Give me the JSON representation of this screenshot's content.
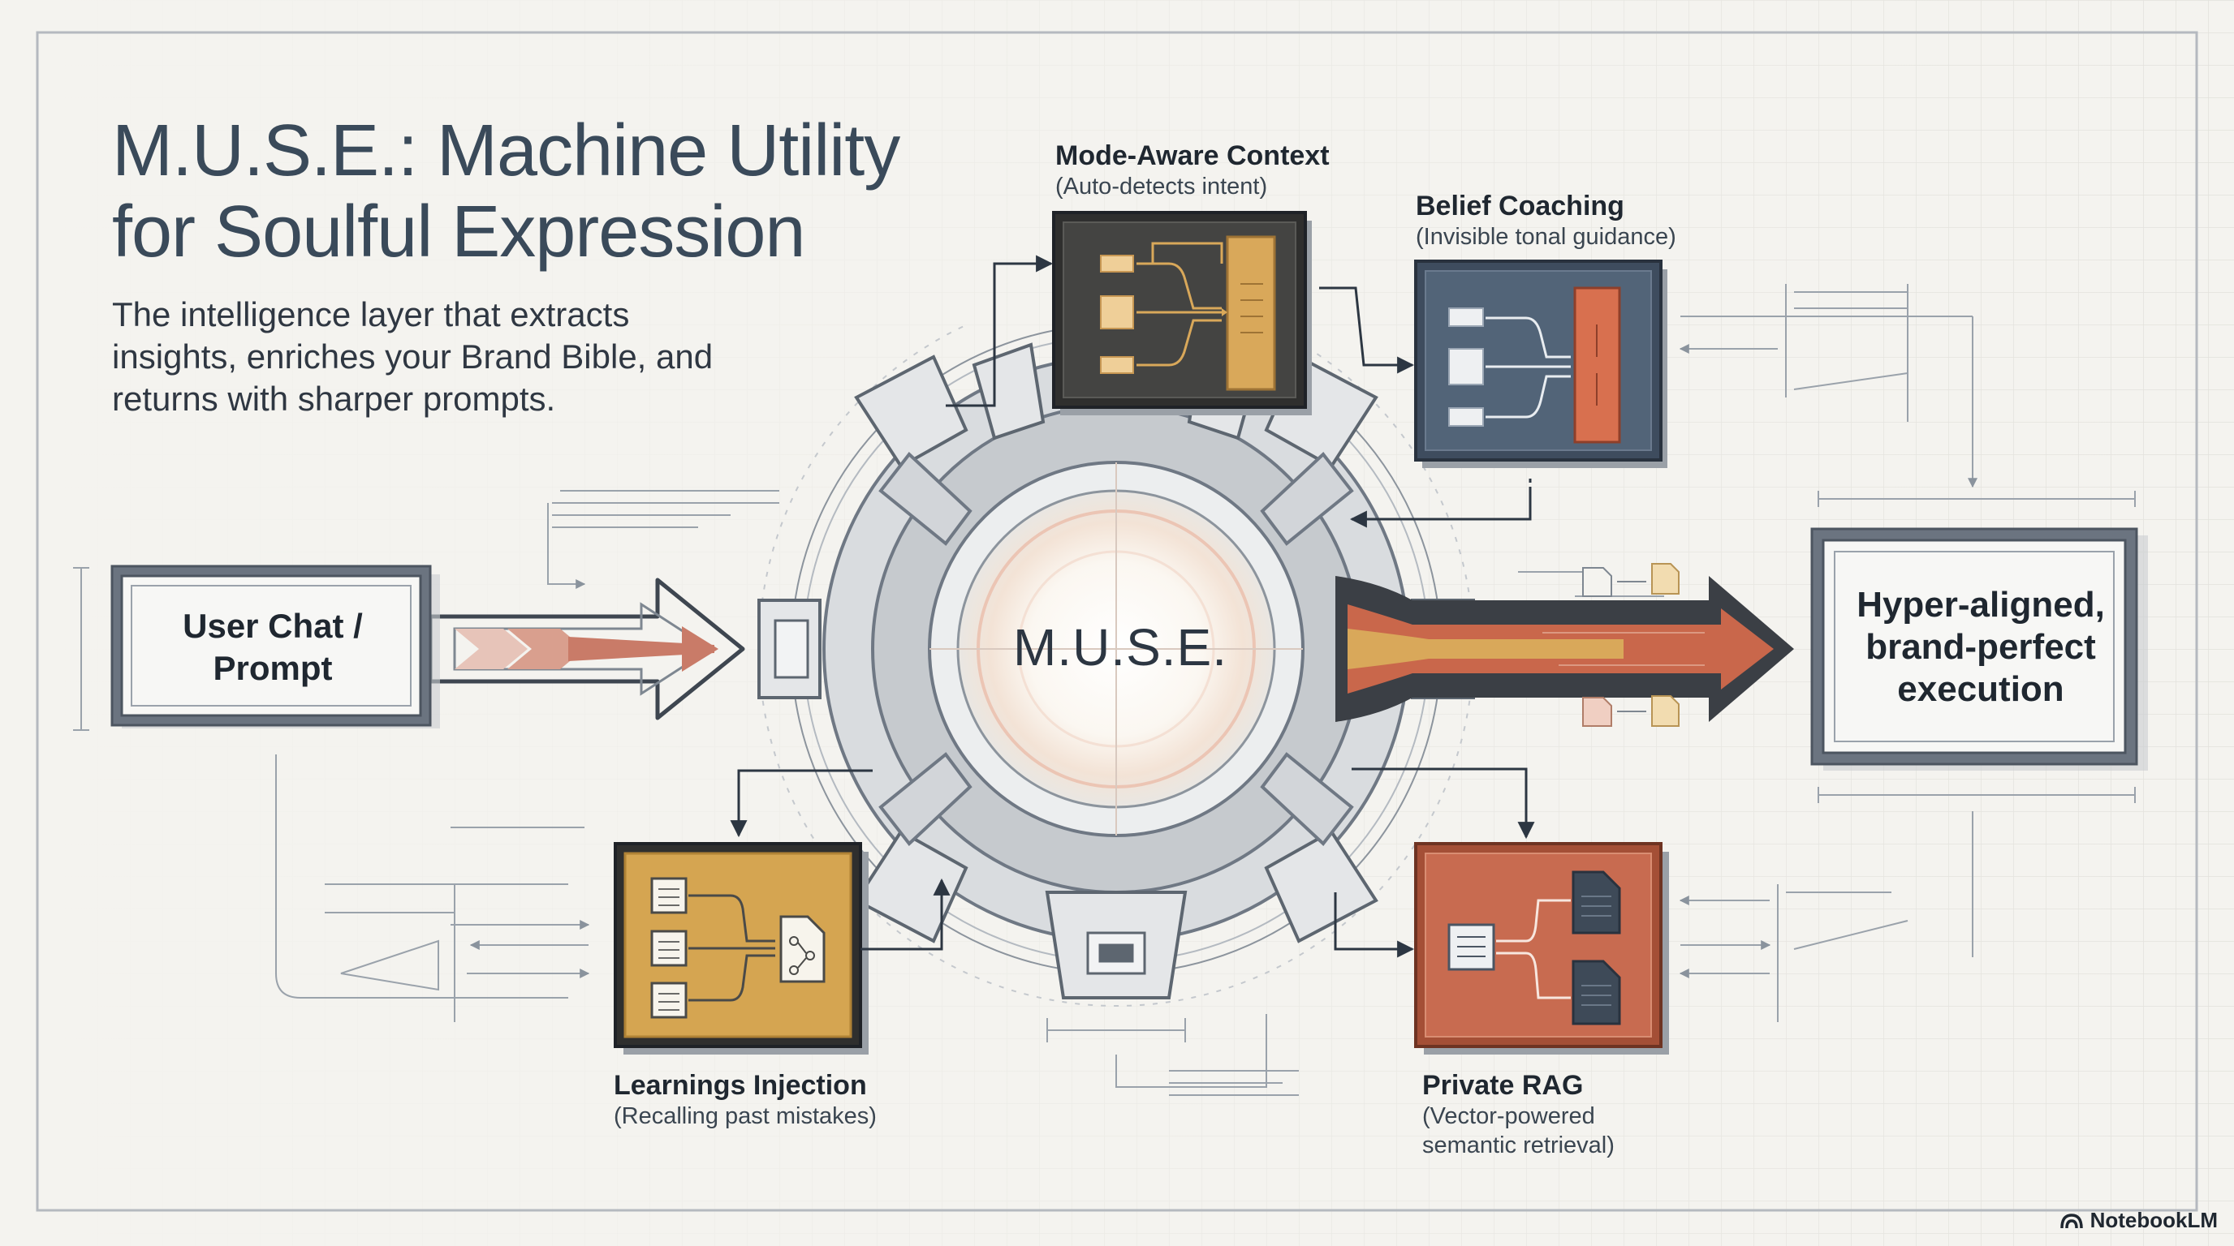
{
  "header": {
    "title_lines": [
      "M.U.S.E.: Machine Utility",
      "for Soulful Expression"
    ],
    "subtitle_lines": [
      "The intelligence layer that extracts",
      "insights, enriches your Brand Bible, and",
      "returns with sharper prompts."
    ]
  },
  "core": {
    "label": "M.U.S.E."
  },
  "input": {
    "label_lines": [
      "User Chat /",
      "Prompt"
    ]
  },
  "output": {
    "label_lines": [
      "Hyper-aligned,",
      "brand-perfect",
      "execution"
    ]
  },
  "modules": {
    "mode_aware": {
      "title": "Mode-Aware Context",
      "subtitle": "(Auto-detects intent)",
      "color": "#3d3d3b",
      "accent": "#d9a85a"
    },
    "belief": {
      "title": "Belief Coaching",
      "subtitle": "(Invisible tonal guidance)",
      "color": "#4f6178",
      "accent": "#d8704f"
    },
    "learnings": {
      "title": "Learnings Injection",
      "subtitle": "(Recalling past mistakes)",
      "color": "#d5a551",
      "accent": "#f2ead9"
    },
    "rag": {
      "title": "Private RAG",
      "subtitle_lines": [
        "(Vector-powered",
        "semantic retrieval)"
      ],
      "color": "#c86b50",
      "accent": "#3e4a58"
    }
  },
  "colors": {
    "background": "#f4f3ef",
    "frame": "#6f7884",
    "ink": "#2c3642",
    "input_arrow": "#c97b68",
    "output_arrow_dark": "#3b3f45",
    "output_arrow_gold": "#d9a85a",
    "output_arrow_red": "#c9674b"
  },
  "icons": [
    "document-icon",
    "flow-icon",
    "notebooklm-logo-icon"
  ],
  "brand": {
    "name": "NotebookLM"
  }
}
